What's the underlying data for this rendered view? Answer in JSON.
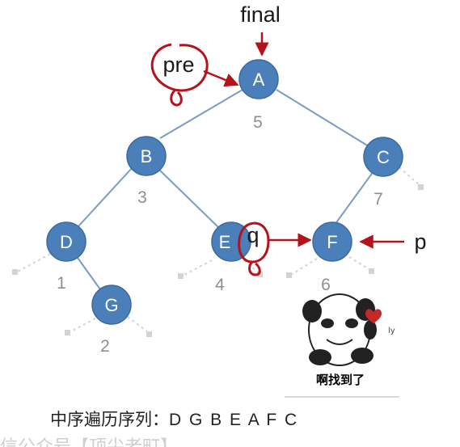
{
  "colors": {
    "node_fill": "#4a7fba",
    "node_stroke": "#3a6aa0",
    "edge": "#7a9cc4",
    "number": "#8e8e8e",
    "annotation_red": "#b5121b",
    "null_edge": "#d3d3d3"
  },
  "tree": {
    "nodes": [
      {
        "id": "A",
        "label": "A",
        "order": "5"
      },
      {
        "id": "B",
        "label": "B",
        "order": "3"
      },
      {
        "id": "C",
        "label": "C",
        "order": "7"
      },
      {
        "id": "D",
        "label": "D",
        "order": "1"
      },
      {
        "id": "E",
        "label": "E",
        "order": "4"
      },
      {
        "id": "F",
        "label": "F",
        "order": "6"
      },
      {
        "id": "G",
        "label": "G",
        "order": "2"
      }
    ],
    "edges": [
      {
        "from": "A",
        "to": "B"
      },
      {
        "from": "A",
        "to": "C"
      },
      {
        "from": "B",
        "to": "D"
      },
      {
        "from": "B",
        "to": "E"
      },
      {
        "from": "C",
        "to": "F"
      },
      {
        "from": "D",
        "to": "G"
      }
    ]
  },
  "annotations": {
    "final": "final",
    "pre": "pre",
    "q": "q",
    "p": "p"
  },
  "meme": {
    "icon": "panda-meme-icon",
    "caption": "啊找到了"
  },
  "inorder": {
    "label": "中序遍历序列：",
    "sequence": "D G B E A F C"
  },
  "watermark": "信公众号【顶尖老町】"
}
